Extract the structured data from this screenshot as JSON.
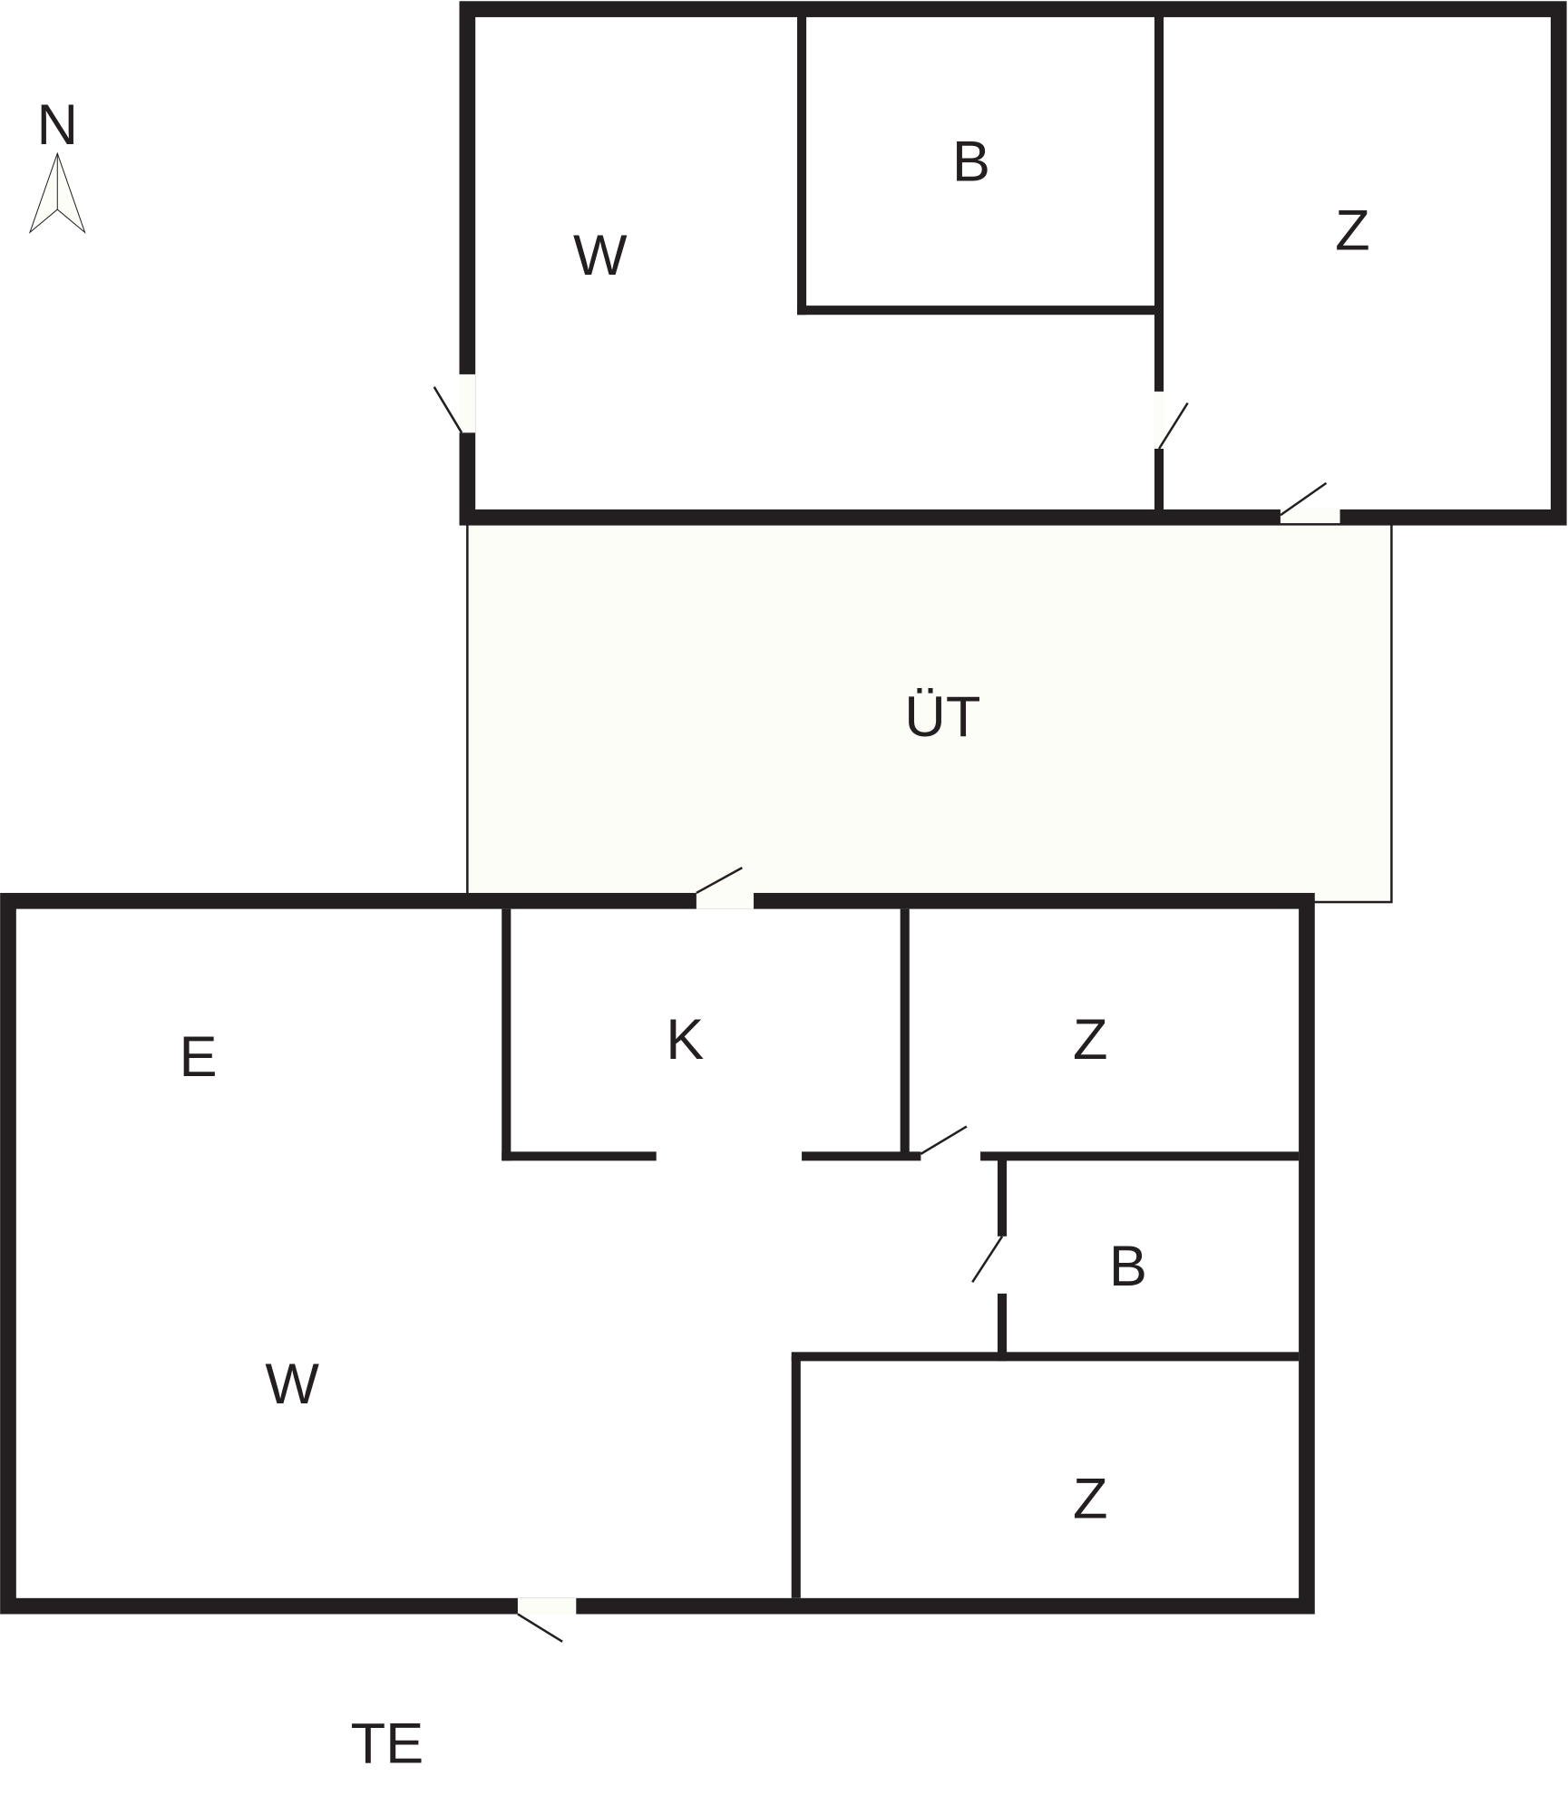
{
  "compass": {
    "label": "N"
  },
  "colors": {
    "wall": "#231f20",
    "floor": "#fdfdf8",
    "background": "#ffffff"
  },
  "rooms": {
    "upper_w": "W",
    "upper_b": "B",
    "upper_z": "Z",
    "ut": "ÜT",
    "e": "E",
    "k": "K",
    "lower_z1": "Z",
    "lower_b": "B",
    "lower_w": "W",
    "lower_z2": "Z",
    "te": "TE"
  }
}
